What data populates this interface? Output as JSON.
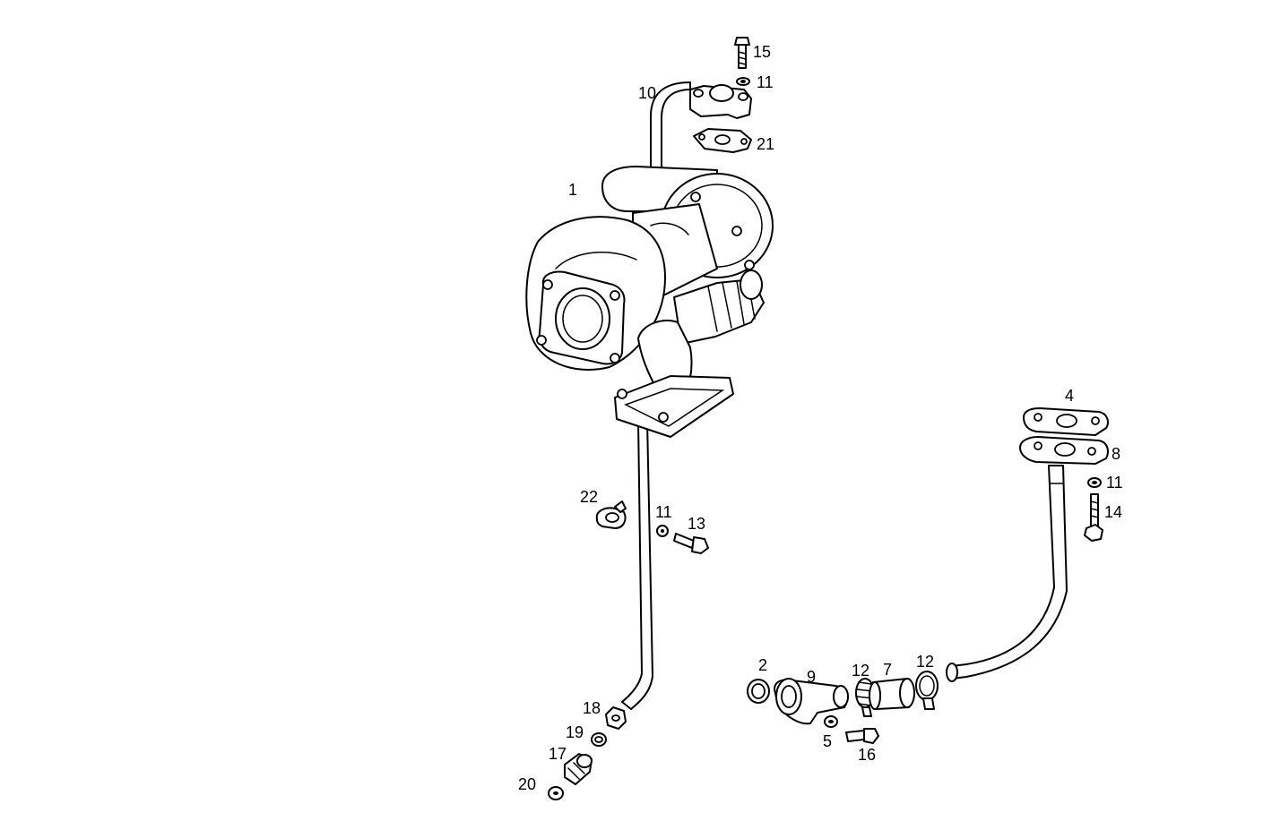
{
  "labels": {
    "p1": "1",
    "p2": "2",
    "p4": "4",
    "p5": "5",
    "p7": "7",
    "p8": "8",
    "p9": "9",
    "p10": "10",
    "p11_top": "11",
    "p11_mid": "11",
    "p11_right": "11",
    "p12_left": "12",
    "p12_right": "12",
    "p13": "13",
    "p14": "14",
    "p15": "15",
    "p16": "16",
    "p17": "17",
    "p18": "18",
    "p19": "19",
    "p20": "20",
    "p21": "21",
    "p22": "22"
  }
}
